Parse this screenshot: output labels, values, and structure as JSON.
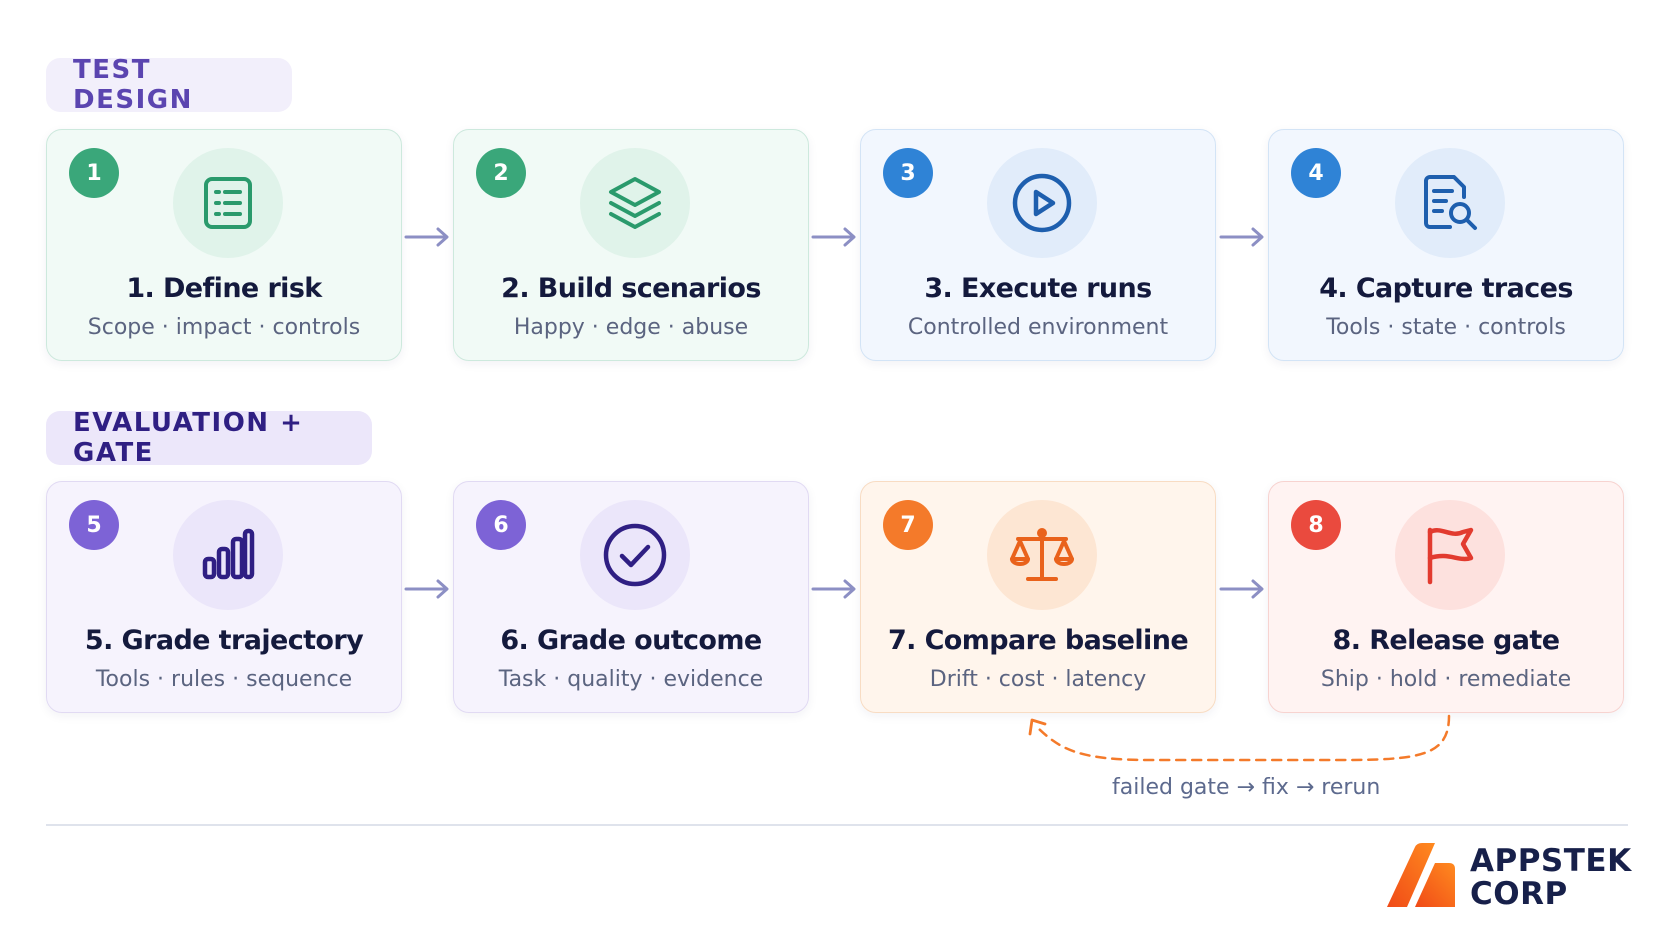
{
  "sections": [
    {
      "label": "TEST DESIGN"
    },
    {
      "label": "EVALUATION + GATE"
    }
  ],
  "steps": [
    {
      "number": "1",
      "title": "1. Define risk",
      "subtitle": "Scope · impact · controls",
      "icon": "document-list-icon",
      "accent": "#3aa77a"
    },
    {
      "number": "2",
      "title": "2. Build scenarios",
      "subtitle": "Happy · edge · abuse",
      "icon": "layers-icon",
      "accent": "#3aa77a"
    },
    {
      "number": "3",
      "title": "3. Execute runs",
      "subtitle": "Controlled environment",
      "icon": "play-icon",
      "accent": "#2f83d6"
    },
    {
      "number": "4",
      "title": "4. Capture traces",
      "subtitle": "Tools · state · controls",
      "icon": "document-search-icon",
      "accent": "#2f83d6"
    },
    {
      "number": "5",
      "title": "5. Grade trajectory",
      "subtitle": "Tools · rules · sequence",
      "icon": "bar-chart-icon",
      "accent": "#7d63d6"
    },
    {
      "number": "6",
      "title": "6. Grade outcome",
      "subtitle": "Task · quality · evidence",
      "icon": "check-circle-icon",
      "accent": "#7d63d6"
    },
    {
      "number": "7",
      "title": "7. Compare baseline",
      "subtitle": "Drift · cost · latency",
      "icon": "scales-icon",
      "accent": "#f47a2a"
    },
    {
      "number": "8",
      "title": "8. Release gate",
      "subtitle": "Ship · hold · remediate",
      "icon": "flag-icon",
      "accent": "#ea4a3e"
    }
  ],
  "loop": {
    "label": "failed gate → fix → rerun"
  },
  "logo": {
    "line1": "APPSTEK",
    "line2": "CORP"
  },
  "colors": {
    "green": "#3aa77a",
    "blue": "#2f83d6",
    "purple": "#7d63d6",
    "orange": "#f47a2a",
    "red": "#ea4a3e",
    "navy": "#2f1f83",
    "arrow": "#8c8fc4"
  }
}
